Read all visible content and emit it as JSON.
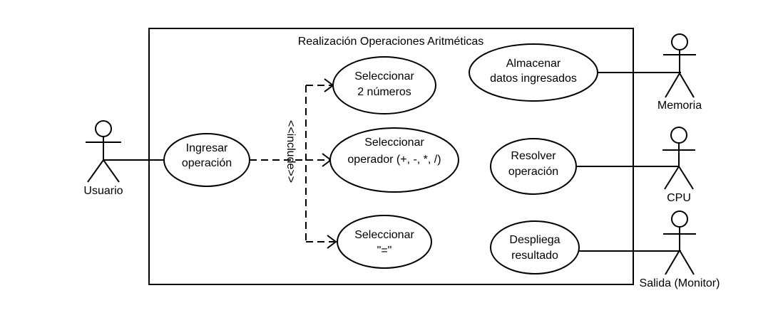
{
  "diagram": {
    "system_title": "Realización Operaciones Aritméticas",
    "include_label": "<<include>>",
    "actors": {
      "usuario": "Usuario",
      "memoria": "Memoria",
      "cpu": "CPU",
      "salida": "Salida (Monitor)"
    },
    "use_cases": {
      "ingresar": [
        "Ingresar",
        "operación"
      ],
      "sel_numeros": [
        "Seleccionar",
        "2 números"
      ],
      "sel_operador": [
        "Seleccionar",
        "operador (+, -, *, /)"
      ],
      "sel_igual": [
        "Seleccionar",
        "\"=\""
      ],
      "almacenar": [
        "Almacenar",
        "datos ingresados"
      ],
      "resolver": [
        "Resolver",
        "operación"
      ],
      "despliega": [
        "Despliega",
        "resultado"
      ]
    }
  }
}
